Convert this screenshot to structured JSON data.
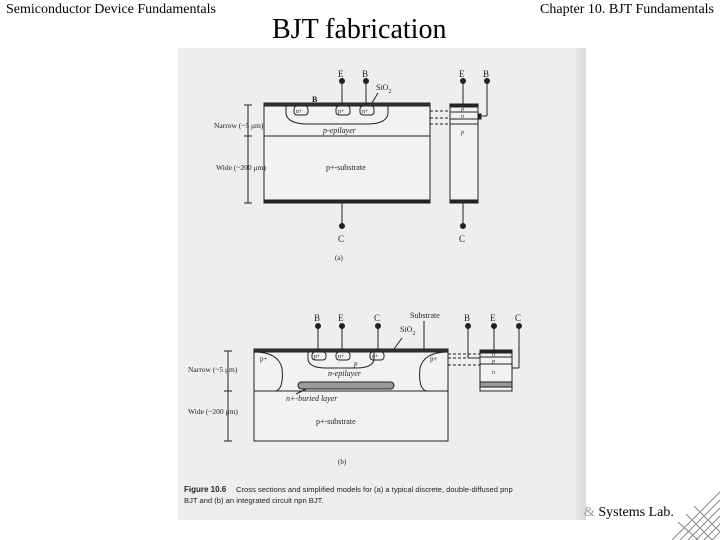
{
  "header": {
    "left": "Semiconductor Device Fundamentals",
    "title": "BJT fabrication",
    "right": "Chapter 10. BJT Fundamentals"
  },
  "figure_a": {
    "terminals_top": [
      "E",
      "B"
    ],
    "sio2": "SiO",
    "sio2_sub": "2",
    "base_label": "B",
    "narrow": "Narrow (~5 μm)",
    "wide": "Wide (~200 μm)",
    "epi": "p-epilayer",
    "substrate": "p+-substrate",
    "n_plus": "n+",
    "p_plus": "p+",
    "model_terminals": [
      "E",
      "B"
    ],
    "model_layers": [
      "p",
      "n",
      "p"
    ],
    "collector": "C",
    "caption": "(a)"
  },
  "figure_b": {
    "terminals_top": [
      "B",
      "E",
      "C"
    ],
    "substrate_label": "Substrate",
    "sio2": "SiO",
    "sio2_sub": "2",
    "narrow": "Narrow (~5 μm)",
    "wide": "Wide (~200 μm)",
    "p_plus_left": "p+",
    "p_plus_right": "p+",
    "epi": "n-epilayer",
    "buried": "n+-buried layer",
    "substrate": "p+-substrate",
    "p_base": "p",
    "n_plus": "n+",
    "model_terminals": [
      "B",
      "E",
      "C"
    ],
    "model_layers": [
      "n",
      "p",
      "n"
    ],
    "caption": "(b)"
  },
  "caption": {
    "label": "Figure 10.6",
    "text1": "Cross sections and simplified models for (a) a typical discrete, double-diffused pnp",
    "text2": "BJT and (b) an integrated circuit npn BJT."
  },
  "footer": {
    "amp": "&",
    "text": " Systems Lab."
  },
  "colors": {
    "ink": "#222222",
    "paper": "#eeeeec",
    "buried_fill": "#9a9a9a"
  }
}
